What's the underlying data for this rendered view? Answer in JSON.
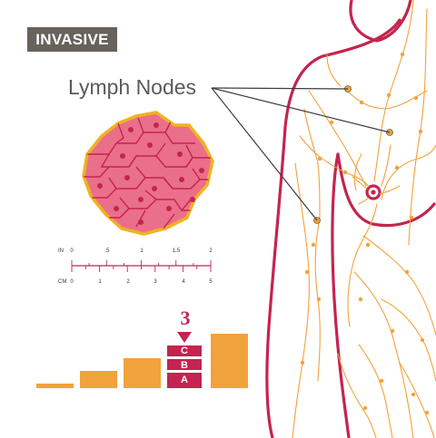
{
  "badge": {
    "label": "INVASIVE"
  },
  "callout": {
    "label": "Lymph Nodes"
  },
  "ruler": {
    "inch_unit": "IN",
    "cm_unit": "CM",
    "inch_ticks": [
      "0",
      ".5",
      "1",
      "1.5",
      "2"
    ],
    "cm_ticks": [
      "0",
      "1",
      "2",
      "3",
      "4",
      "5"
    ]
  },
  "staging": {
    "stage_number": "3",
    "grades": [
      "C",
      "B",
      "A"
    ],
    "bar_levels": [
      1,
      2,
      3,
      4,
      5
    ]
  },
  "colors": {
    "badge": "#67625c",
    "body_outline": "#c4244f",
    "lymph": "#f2a23a",
    "cell_pink": "#ea6f8a",
    "cell_border": "#f0b21e",
    "bars": "#f2a23a",
    "grade_fill": "#c4244f"
  }
}
